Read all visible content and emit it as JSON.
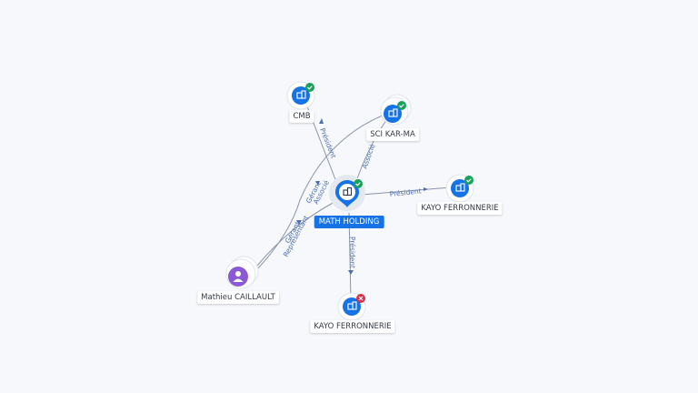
{
  "center": {
    "label": "MATH HOLDING",
    "icon": "company-icon",
    "status": "active"
  },
  "nodes": [
    {
      "id": "cmb",
      "label": "CMB",
      "type": "company",
      "status": "active"
    },
    {
      "id": "sci",
      "label": "SCI KAR-MA",
      "type": "company",
      "status": "active"
    },
    {
      "id": "kayo1",
      "label": "KAYO FERRONNERIE",
      "type": "company",
      "status": "active"
    },
    {
      "id": "kayo2",
      "label": "KAYO FERRONNERIE",
      "type": "company",
      "status": "closed"
    },
    {
      "id": "person",
      "label": "Mathieu CAILLAULT",
      "type": "person",
      "status": "none"
    }
  ],
  "edges": [
    {
      "from": "center",
      "to": "cmb",
      "label": "Président"
    },
    {
      "from": "center",
      "to": "sci",
      "label": "Associé"
    },
    {
      "from": "center",
      "to": "kayo1",
      "label": "Président"
    },
    {
      "from": "center",
      "to": "kayo2",
      "label": "Président"
    },
    {
      "from": "person",
      "to": "center",
      "label": "Gérant"
    },
    {
      "from": "person",
      "to": "center",
      "label": "Représentant"
    },
    {
      "from": "person",
      "to": "sci",
      "label": "Gérant"
    },
    {
      "from": "person",
      "to": "sci",
      "label": "Associé"
    }
  ],
  "colors": {
    "accent": "#1673e6",
    "active": "#19a05a",
    "closed": "#d9304a",
    "person": "#8a5ad6",
    "edge": "#8a95a8"
  }
}
